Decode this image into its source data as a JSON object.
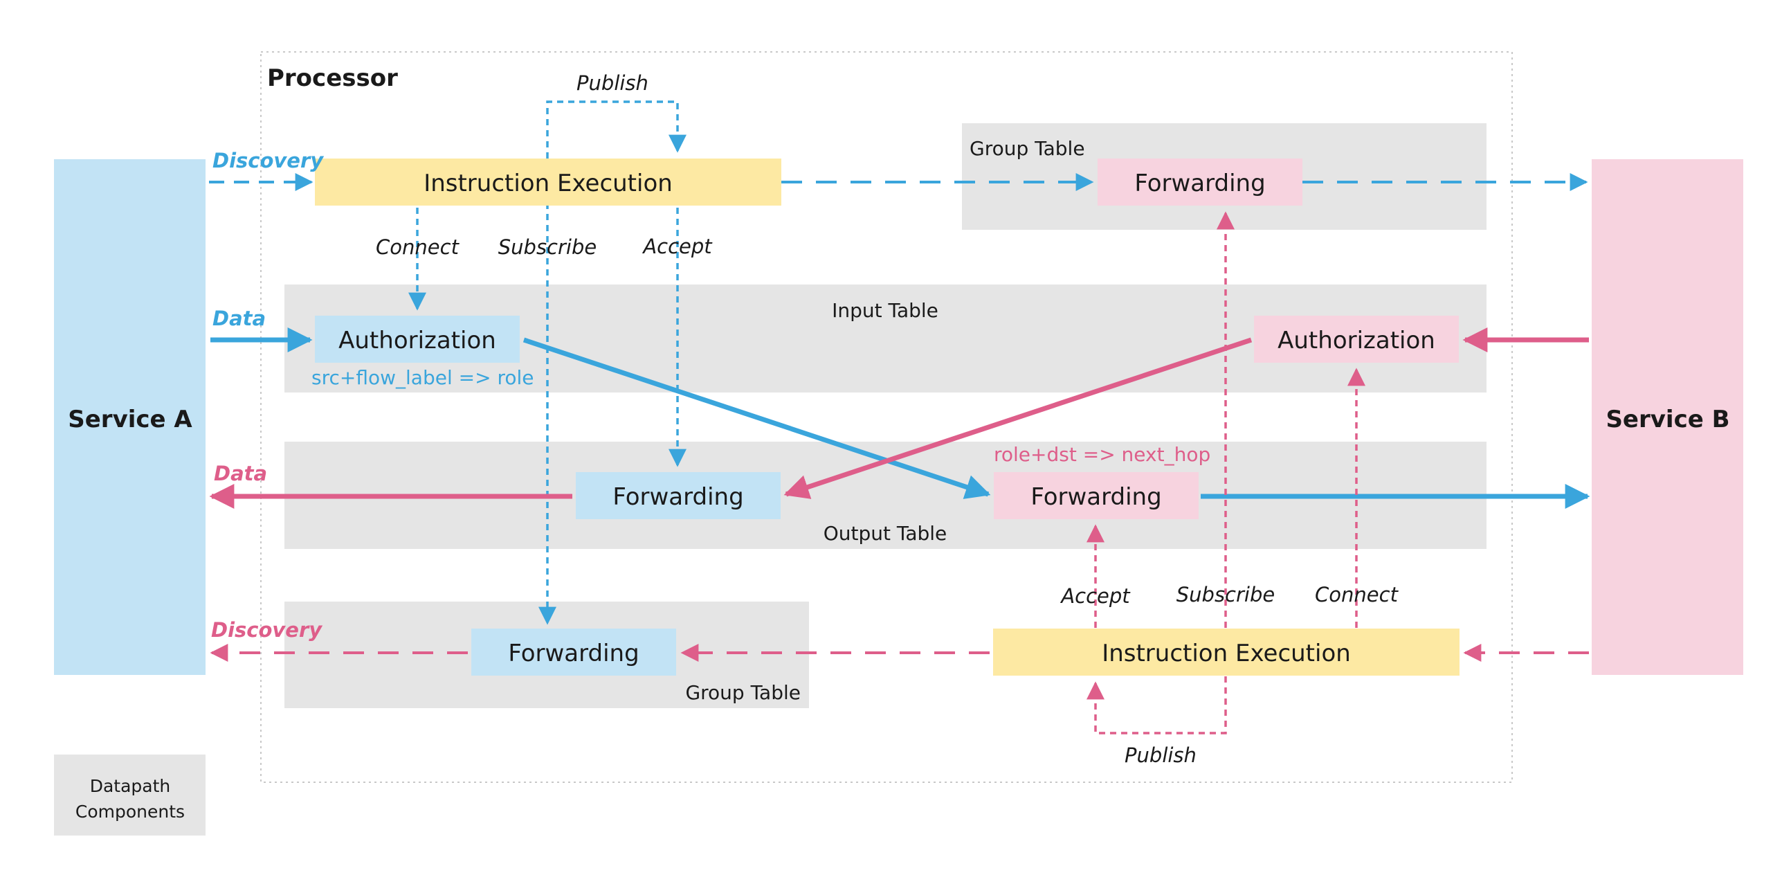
{
  "colors": {
    "blue": "#3aa5dc",
    "pink": "#de5e8a",
    "blue_fill": "#c2e3f5",
    "pink_fill": "#f7d3df",
    "yellow_fill": "#fde9a3",
    "gray_fill": "#e5e5e5"
  },
  "processor": {
    "title": "Processor"
  },
  "service_a": {
    "label": "Service A"
  },
  "service_b": {
    "label": "Service B"
  },
  "legend": {
    "line1": "Datapath",
    "line2": "Components"
  },
  "tables": {
    "group_top": "Group Table",
    "input": "Input Table",
    "output": "Output Table",
    "group_bottom": "Group Table"
  },
  "nodes": {
    "instr_top": "Instruction Execution",
    "fwd_group_top": "Forwarding",
    "auth_a": "Authorization",
    "auth_b": "Authorization",
    "fwd_out_a": "Forwarding",
    "fwd_out_b": "Forwarding",
    "fwd_group_bottom": "Forwarding",
    "instr_bottom": "Instruction Execution"
  },
  "annotations": {
    "auth_rule": "src+flow_label => role",
    "fwd_rule": "role+dst => next_hop"
  },
  "edges": {
    "discovery_a": "Discovery",
    "data_a": "Data",
    "data_b": "Data",
    "discovery_b": "Discovery",
    "publish_top": "Publish",
    "connect_top": "Connect",
    "subscribe_top": "Subscribe",
    "accept_top": "Accept",
    "accept_bottom": "Accept",
    "subscribe_bottom": "Subscribe",
    "connect_bottom": "Connect",
    "publish_bottom": "Publish"
  }
}
